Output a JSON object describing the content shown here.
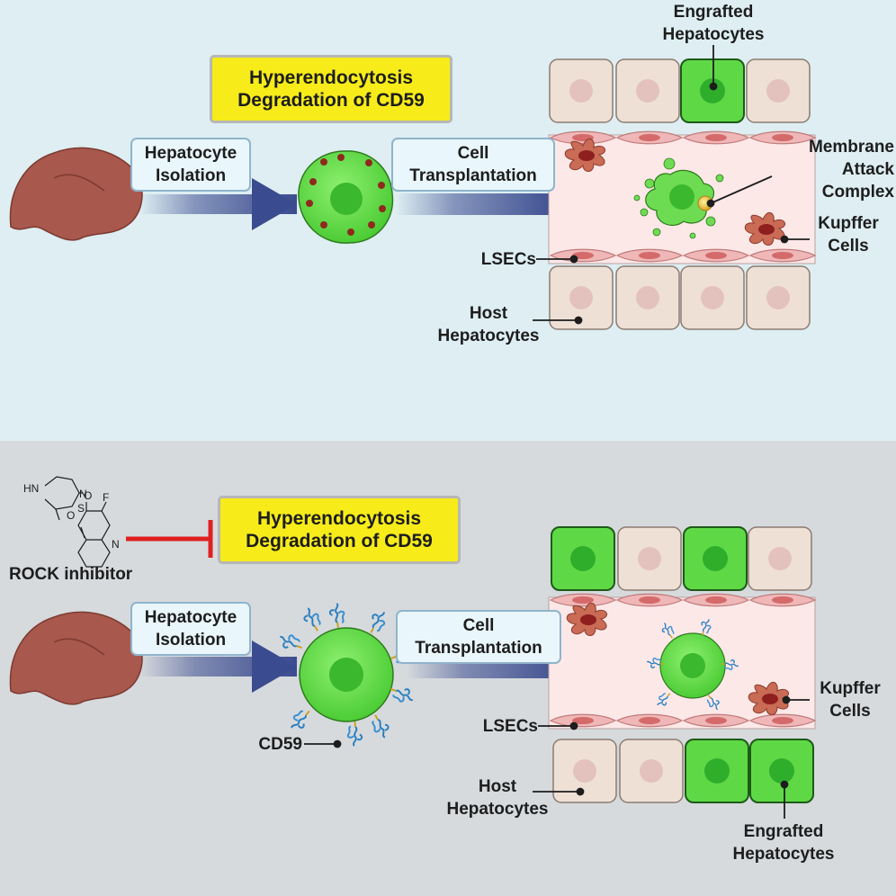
{
  "top_panel": {
    "highlight_box": {
      "line1": "Hyperendocytosis",
      "line2": "Degradation of CD59"
    },
    "step1": {
      "line1": "Hepatocyte",
      "line2": "Isolation"
    },
    "step2": {
      "line1": "Cell",
      "line2": "Transplantation"
    },
    "labels": {
      "engrafted_line1": "Engrafted",
      "engrafted_line2": "Hepatocytes",
      "mac_line1": "Membrane",
      "mac_line2": "Attack",
      "mac_line3": "Complex",
      "kupffer_line1": "Kupffer",
      "kupffer_line2": "Cells",
      "lsecs": "LSECs",
      "host_line1": "Host",
      "host_line2": "Hepatocytes"
    }
  },
  "bottom_panel": {
    "inhibitor_label": "ROCK inhibitor",
    "molecule_atoms": {
      "nh": "HN",
      "s": "S",
      "o1": "O",
      "o2": "O",
      "f": "F",
      "n1": "N",
      "n2": "N"
    },
    "highlight_box": {
      "line1": "Hyperendocytosis",
      "line2": "Degradation of CD59"
    },
    "step1": {
      "line1": "Hepatocyte",
      "line2": "Isolation"
    },
    "step2": {
      "line1": "Cell",
      "line2": "Transplantation"
    },
    "labels": {
      "cd59": "CD59",
      "lsecs": "LSECs",
      "kupffer_line1": "Kupffer",
      "kupffer_line2": "Cells",
      "host_line1": "Host",
      "host_line2": "Hepatocytes",
      "engrafted_line1": "Engrafted",
      "engrafted_line2": "Hepatocytes"
    }
  },
  "colors": {
    "top_background": "#deeef2",
    "bottom_background": "#d6dadd",
    "liver": "#a8584c",
    "arrow": "#3b4b8f",
    "highlight_fill": "#f7ec19",
    "green_cell": "#6edc52",
    "host_cell": "#efe0d6",
    "sinusoid": "#fde8e8",
    "inhibition": "#e02020"
  }
}
